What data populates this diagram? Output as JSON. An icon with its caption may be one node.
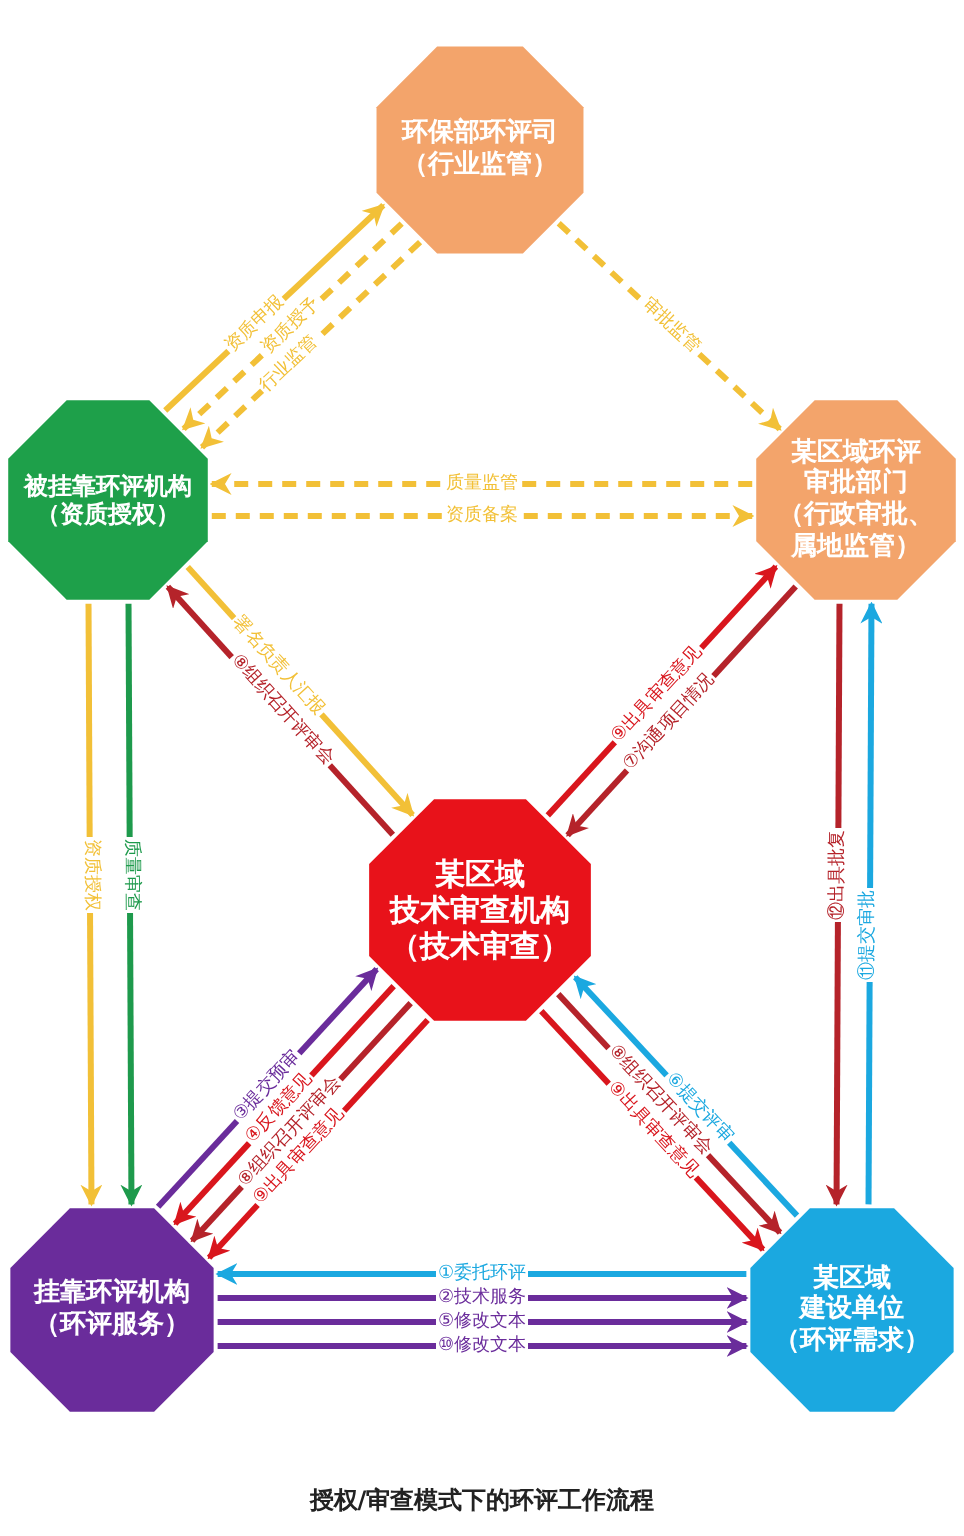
{
  "diagram": {
    "caption": "授权/审查模式下的环评工作流程",
    "nodes": [
      {
        "text": [
          "环保部环评司",
          "（行业监管）"
        ]
      },
      {
        "text": [
          "被挂靠环评机构",
          "（资质授权）"
        ]
      },
      {
        "text": [
          "某区域环评审批部门",
          "（行政审批、属地监管）"
        ]
      },
      {
        "text": [
          "某区域技术审查机构",
          "（技术审查）"
        ]
      },
      {
        "text": [
          "挂靠环评机构",
          "（环评服务）"
        ]
      },
      {
        "text": [
          "某区域建设单位",
          "（环评需求）"
        ]
      }
    ],
    "edges": [
      {
        "from": 1,
        "to": 0,
        "arrow": "to",
        "label": "资质申报",
        "color": "#f2c037"
      },
      {
        "from": 0,
        "to": 1,
        "arrow": "to",
        "label": "资质授予",
        "style": "dashed",
        "color": "#f2c037"
      },
      {
        "from": 0,
        "to": 1,
        "arrow": "to",
        "label": "行业监管",
        "style": "dashed",
        "color": "#f2c037"
      },
      {
        "from": 0,
        "to": 2,
        "arrow": "to",
        "label": "审批监管",
        "style": "dashed",
        "color": "#f2c037"
      },
      {
        "from": 2,
        "to": 1,
        "arrow": "to",
        "label": "质量监管",
        "style": "dashed",
        "color": "#f2c037"
      },
      {
        "from": 1,
        "to": 2,
        "arrow": "to",
        "label": "资质备案",
        "style": "dashed",
        "color": "#f2c037"
      },
      {
        "from": 1,
        "to": 3,
        "arrow": "to",
        "label": "署名负责人汇报",
        "color": "#f2c037"
      },
      {
        "from": 3,
        "to": 1,
        "arrow": "to",
        "label": "⑧组织召开评审会",
        "color": "#b5232a"
      },
      {
        "from": 3,
        "to": 2,
        "arrow": "to",
        "label": "⑨出具审查意见",
        "color": "#d9161d"
      },
      {
        "from": 2,
        "to": 3,
        "arrow": "to",
        "label": "⑦沟通项目情况",
        "color": "#b5232a"
      },
      {
        "from": 1,
        "to": 4,
        "arrow": "to",
        "label": "资质授权",
        "color": "#f2c037"
      },
      {
        "from": 1,
        "to": 4,
        "arrow": "to",
        "label": "质量审查",
        "color": "#1e9a4c"
      },
      {
        "from": 4,
        "to": 3,
        "arrow": "to",
        "label": "③提交预审",
        "color": "#6a2c9b"
      },
      {
        "from": 3,
        "to": 4,
        "arrow": "to",
        "label": "④反馈意见",
        "color": "#d9161d"
      },
      {
        "from": 3,
        "to": 4,
        "arrow": "to",
        "label": "⑧组织召开评审会",
        "color": "#b5232a"
      },
      {
        "from": 3,
        "to": 4,
        "arrow": "to",
        "label": "⑨出具审查意见",
        "color": "#d9161d"
      },
      {
        "from": 5,
        "to": 3,
        "arrow": "to",
        "label": "⑥提交评审",
        "color": "#1ba8e0"
      },
      {
        "from": 3,
        "to": 5,
        "arrow": "to",
        "label": "⑧组织召开评审会",
        "color": "#b5232a"
      },
      {
        "from": 3,
        "to": 5,
        "arrow": "to",
        "label": "⑨出具审查意见",
        "color": "#d9161d"
      },
      {
        "from": 2,
        "to": 5,
        "arrow": "to",
        "label": "⑫出具批复",
        "color": "#b5232a"
      },
      {
        "from": 5,
        "to": 2,
        "arrow": "to",
        "label": "⑪提交审批",
        "color": "#1ba8e0"
      },
      {
        "from": 5,
        "to": 4,
        "arrow": "to",
        "label": "①委托环评",
        "color": "#1ba8e0"
      },
      {
        "from": 4,
        "to": 5,
        "arrow": "to",
        "label": "②技术服务",
        "color": "#6a2c9b"
      },
      {
        "from": 4,
        "to": 5,
        "arrow": "to",
        "label": "⑤修改文本",
        "color": "#6a2c9b"
      },
      {
        "from": 4,
        "to": 5,
        "arrow": "to",
        "label": "⑩修改文本",
        "color": "#6a2c9b"
      }
    ]
  }
}
